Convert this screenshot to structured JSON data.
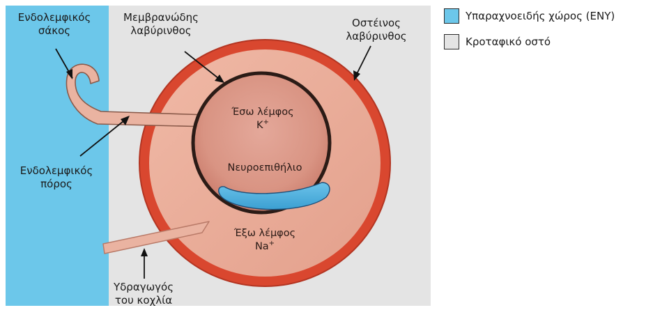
{
  "labels": {
    "endolymphatic_sac": [
      "Ενδολεμφικός",
      "σάκος"
    ],
    "membranous_labyrinth": [
      "Μεμβρανώδης",
      "λαβύρινθος"
    ],
    "bony_labyrinth": [
      "Οστέινος",
      "λαβύρινθος"
    ],
    "endolymph": "Έσω λέμφος",
    "endolymph_ion": "K",
    "endolymph_ion_sup": "+",
    "neuroepithelium": "Νευροεπιθήλιο",
    "endolymphatic_duct": [
      "Ενδολεμφικός",
      "πόρος"
    ],
    "perilymph": "Έξω λέμφος",
    "perilymph_ion": "Na",
    "perilymph_ion_sup": "+",
    "cochlear_aqueduct": [
      "Υδραγωγός",
      "του κοχλία"
    ]
  },
  "legend": [
    {
      "label": "Υπαραχνοειδής χώρος (ENY)",
      "color": "#6cc7ea"
    },
    {
      "label": "Κροταφικό οστό",
      "color": "#e4e4e4"
    }
  ]
}
